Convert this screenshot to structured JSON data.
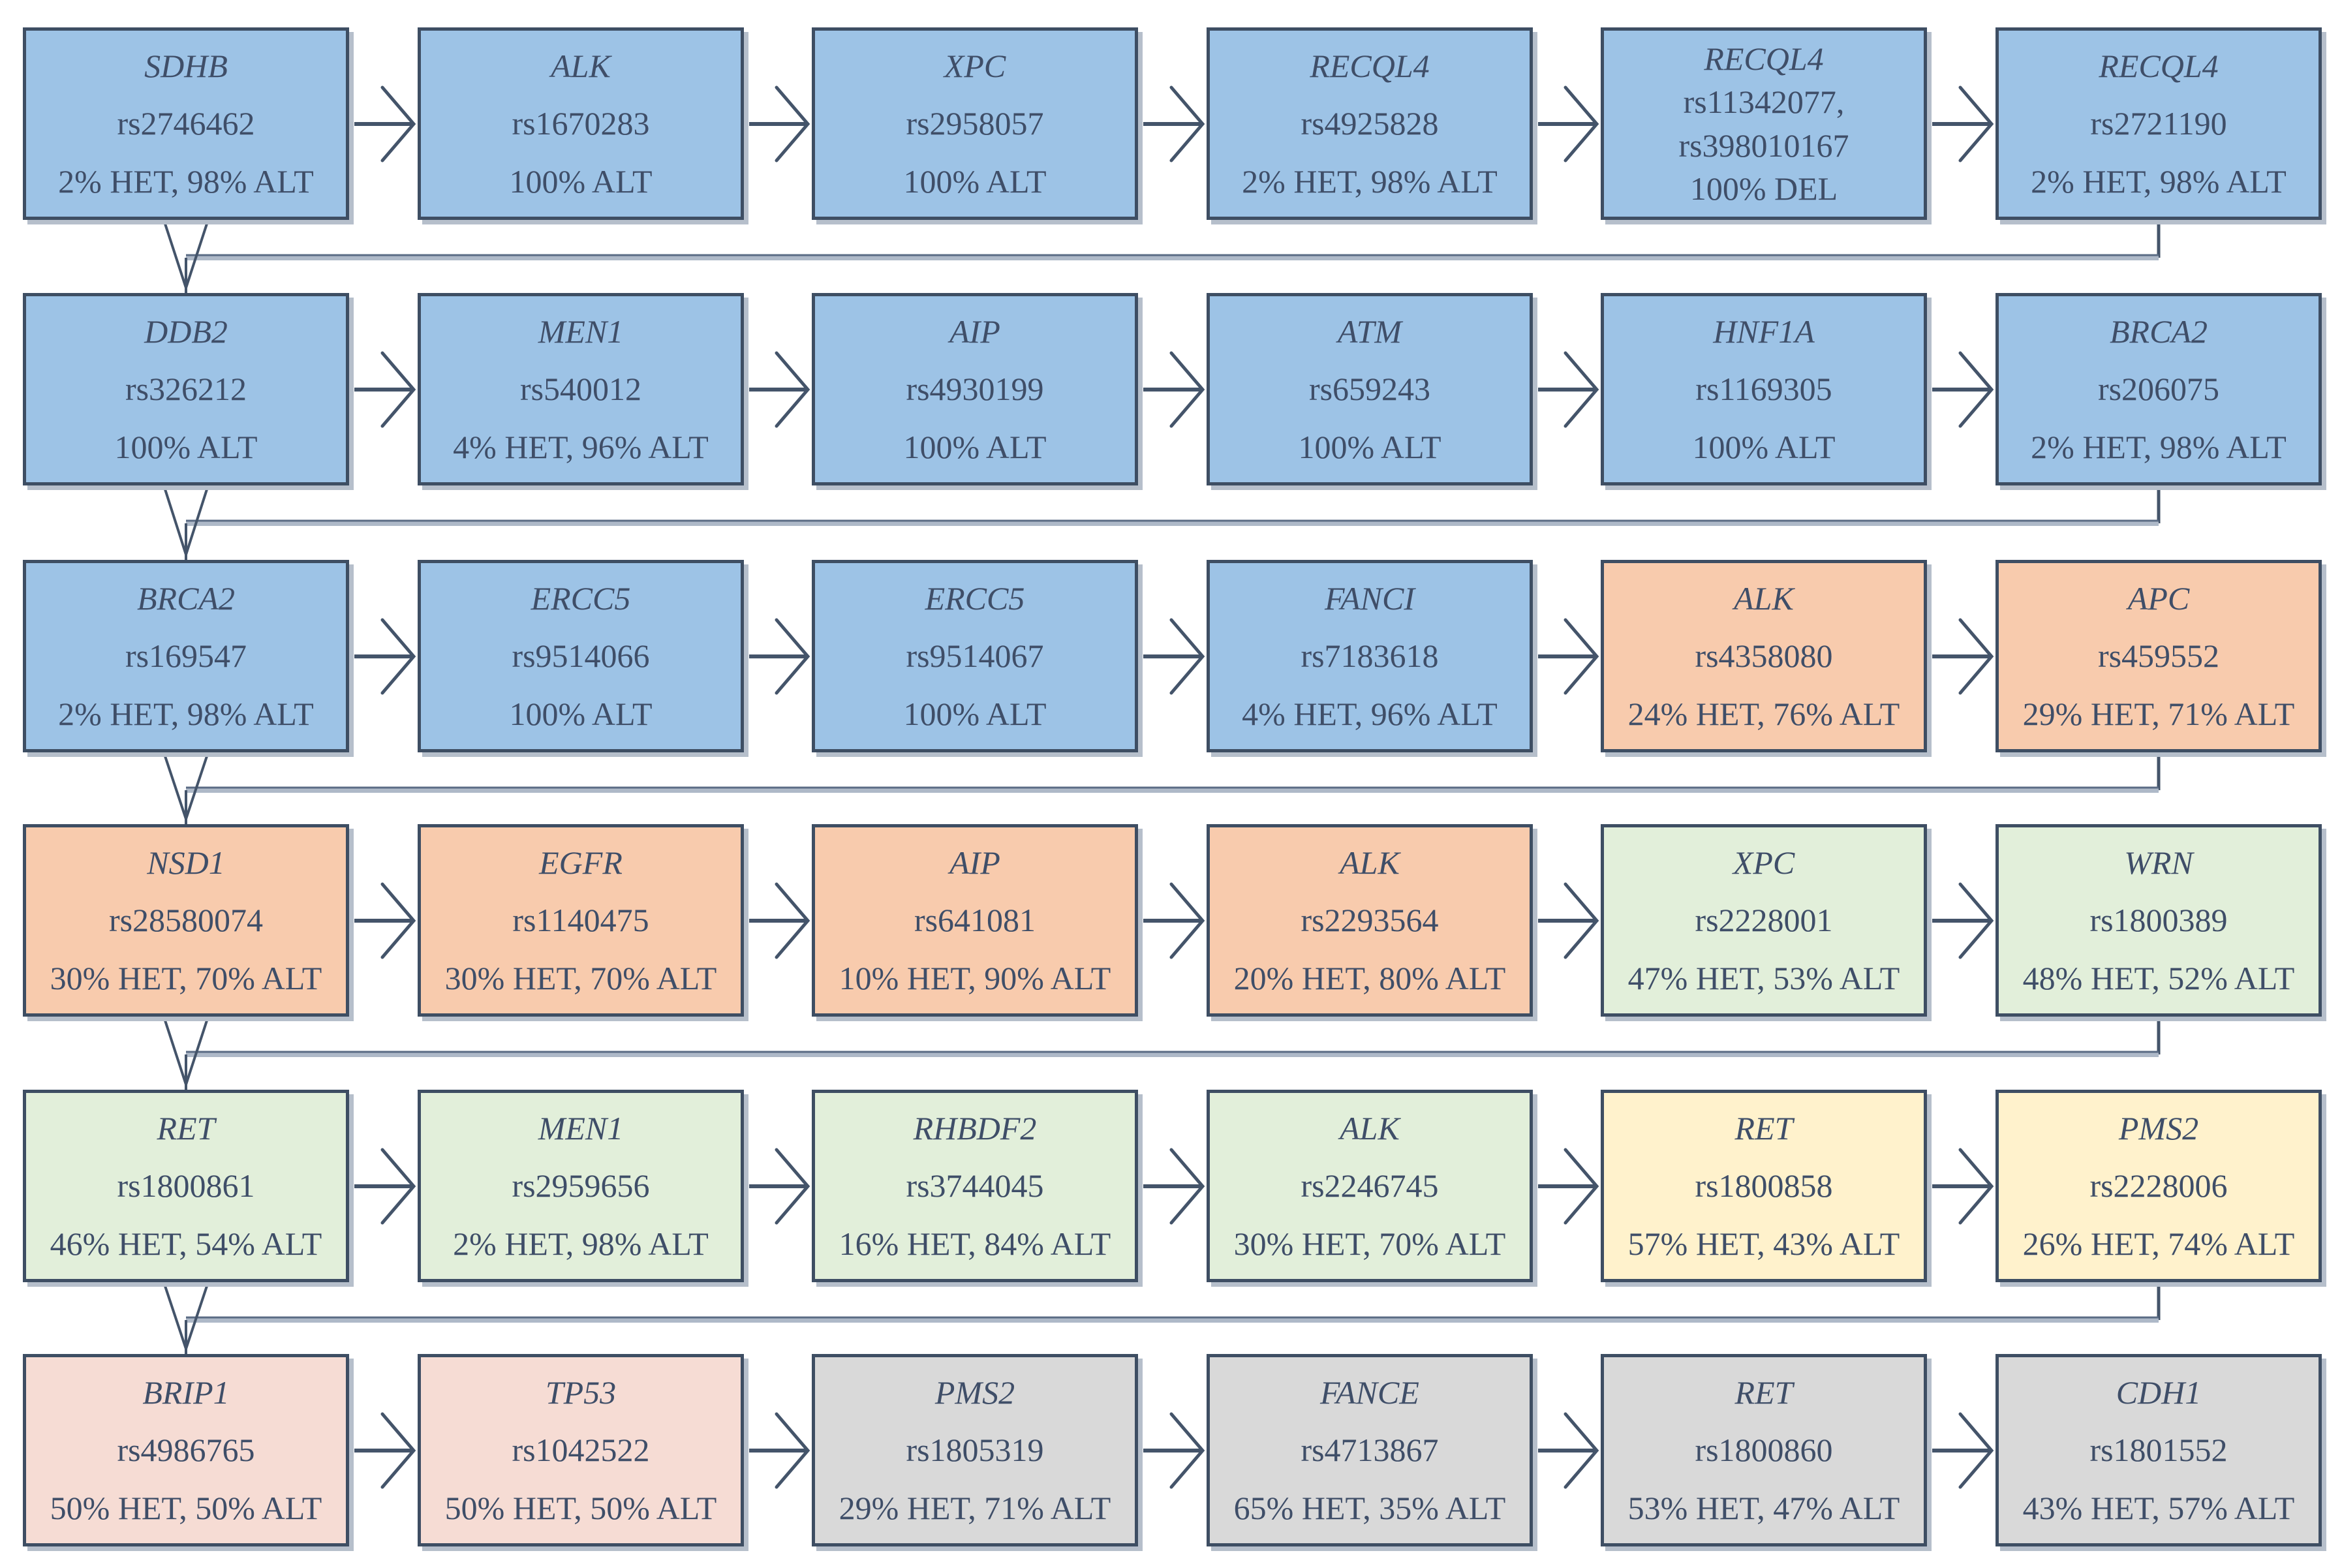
{
  "palette": {
    "blue": "#9DC3E6",
    "orange": "#F8CBAD",
    "green": "#E2EFDA",
    "yellow": "#FFF2CC",
    "pink": "#F6DCD4",
    "gray": "#D9D9D9",
    "border": "#3E4E63",
    "text": "#3F4E68",
    "connector": "#44546A",
    "wrap_line_light": "#AEB9C8",
    "background": "#FFFFFF"
  },
  "rows": [
    {
      "boxes": [
        {
          "gene": "SDHB",
          "rs": [
            "rs2746462"
          ],
          "freq": "2% HET, 98% ALT",
          "color": "blue"
        },
        {
          "gene": "ALK",
          "rs": [
            "rs1670283"
          ],
          "freq": "100% ALT",
          "color": "blue"
        },
        {
          "gene": "XPC",
          "rs": [
            "rs2958057"
          ],
          "freq": "100% ALT",
          "color": "blue"
        },
        {
          "gene": "RECQL4",
          "rs": [
            "rs4925828"
          ],
          "freq": "2% HET, 98% ALT",
          "color": "blue"
        },
        {
          "gene": "RECQL4",
          "rs": [
            "rs11342077,",
            "rs398010167"
          ],
          "freq": "100% DEL",
          "color": "blue"
        },
        {
          "gene": "RECQL4",
          "rs": [
            "rs2721190"
          ],
          "freq": "2% HET, 98% ALT",
          "color": "blue"
        }
      ]
    },
    {
      "boxes": [
        {
          "gene": "DDB2",
          "rs": [
            "rs326212"
          ],
          "freq": "100% ALT",
          "color": "blue"
        },
        {
          "gene": "MEN1",
          "rs": [
            "rs540012"
          ],
          "freq": "4% HET,  96% ALT",
          "color": "blue"
        },
        {
          "gene": "AIP",
          "rs": [
            "rs4930199"
          ],
          "freq": "100% ALT",
          "color": "blue"
        },
        {
          "gene": "ATM",
          "rs": [
            "rs659243"
          ],
          "freq": "100% ALT",
          "color": "blue"
        },
        {
          "gene": "HNF1A",
          "rs": [
            "rs1169305"
          ],
          "freq": "100% ALT",
          "color": "blue"
        },
        {
          "gene": "BRCA2",
          "rs": [
            "rs206075"
          ],
          "freq": "2% HET, 98% ALT",
          "color": "blue"
        }
      ]
    },
    {
      "boxes": [
        {
          "gene": "BRCA2",
          "rs": [
            "rs169547"
          ],
          "freq": "2% HET, 98% ALT",
          "color": "blue"
        },
        {
          "gene": "ERCC5",
          "rs": [
            "rs9514066"
          ],
          "freq": "100% ALT",
          "color": "blue"
        },
        {
          "gene": "ERCC5",
          "rs": [
            "rs9514067"
          ],
          "freq": "100% ALT",
          "color": "blue"
        },
        {
          "gene": "FANCI",
          "rs": [
            "rs7183618"
          ],
          "freq": "4% HET, 96% ALT",
          "color": "blue"
        },
        {
          "gene": "ALK",
          "rs": [
            "rs4358080"
          ],
          "freq": "24% HET, 76% ALT",
          "color": "orange"
        },
        {
          "gene": "APC",
          "rs": [
            "rs459552"
          ],
          "freq": "29% HET, 71% ALT",
          "color": "orange"
        }
      ]
    },
    {
      "boxes": [
        {
          "gene": "NSD1",
          "rs": [
            "rs28580074"
          ],
          "freq": "30% HET, 70% ALT",
          "color": "orange"
        },
        {
          "gene": "EGFR",
          "rs": [
            "rs1140475"
          ],
          "freq": "30% HET, 70% ALT",
          "color": "orange"
        },
        {
          "gene": "AIP",
          "rs": [
            "rs641081"
          ],
          "freq": "10% HET, 90% ALT",
          "color": "orange"
        },
        {
          "gene": "ALK",
          "rs": [
            "rs2293564"
          ],
          "freq": "20% HET, 80% ALT",
          "color": "orange"
        },
        {
          "gene": "XPC",
          "rs": [
            "rs2228001"
          ],
          "freq": "47% HET, 53% ALT",
          "color": "green"
        },
        {
          "gene": "WRN",
          "rs": [
            "rs1800389"
          ],
          "freq": "48% HET, 52% ALT",
          "color": "green"
        }
      ]
    },
    {
      "boxes": [
        {
          "gene": "RET",
          "rs": [
            "rs1800861"
          ],
          "freq": "46% HET, 54% ALT",
          "color": "green"
        },
        {
          "gene": "MEN1",
          "rs": [
            "rs2959656"
          ],
          "freq": "2% HET, 98% ALT",
          "color": "green"
        },
        {
          "gene": "RHBDF2",
          "rs": [
            "rs3744045"
          ],
          "freq": "16% HET, 84% ALT",
          "color": "green"
        },
        {
          "gene": "ALK",
          "rs": [
            "rs2246745"
          ],
          "freq": "30% HET, 70% ALT",
          "color": "green"
        },
        {
          "gene": "RET",
          "rs": [
            "rs1800858"
          ],
          "freq": "57% HET, 43% ALT",
          "color": "yellow"
        },
        {
          "gene": "PMS2",
          "rs": [
            "rs2228006"
          ],
          "freq": "26% HET, 74% ALT",
          "color": "yellow"
        }
      ]
    },
    {
      "boxes": [
        {
          "gene": "BRIP1",
          "rs": [
            "rs4986765"
          ],
          "freq": "50% HET, 50% ALT",
          "color": "pink"
        },
        {
          "gene": "TP53",
          "rs": [
            "rs1042522"
          ],
          "freq": "50% HET, 50% ALT",
          "color": "pink"
        },
        {
          "gene": "PMS2",
          "rs": [
            "rs1805319"
          ],
          "freq": "29% HET, 71% ALT",
          "color": "gray"
        },
        {
          "gene": "FANCE",
          "rs": [
            "rs4713867"
          ],
          "freq": "65% HET, 35% ALT",
          "color": "gray"
        },
        {
          "gene": "RET",
          "rs": [
            "rs1800860"
          ],
          "freq": "53% HET, 47% ALT",
          "color": "gray"
        },
        {
          "gene": "CDH1",
          "rs": [
            "rs1801552"
          ],
          "freq": "43% HET, 57% ALT",
          "color": "gray"
        }
      ]
    }
  ]
}
